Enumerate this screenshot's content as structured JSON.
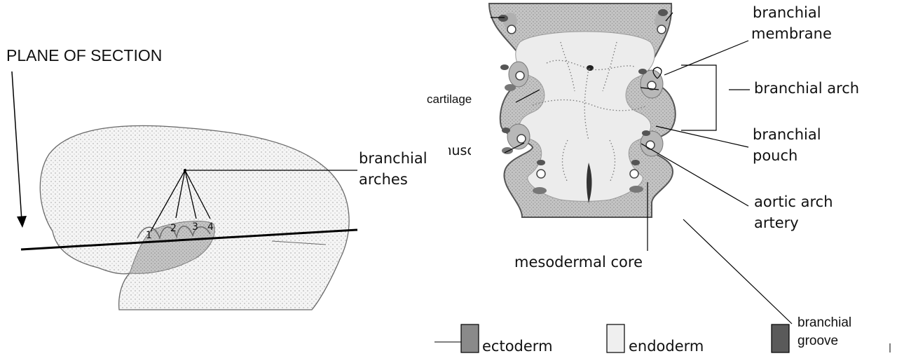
{
  "left_panel": {
    "plane_label": "PLANE OF SECTION",
    "arches_label_line1": "branchial",
    "arches_label_line2": "arches",
    "arch_numbers": [
      "1",
      "2",
      "3",
      "4"
    ]
  },
  "right_panel": {
    "labels": {
      "membrane_line1": "branchial",
      "membrane_line2": "membrane",
      "arch": "branchial arch",
      "cartilage": "cartilage",
      "muscle": "muscle",
      "pouch_line1": "branchial",
      "pouch_line2": "pouch",
      "aortic_line1": "aortic arch",
      "aortic_line2": "artery",
      "core": "mesodermal core"
    }
  },
  "legend": {
    "items": [
      {
        "label": "ectoderm",
        "color": "#8a8a8a"
      },
      {
        "label": "endoderm",
        "color": "#efefef"
      },
      {
        "label_line1": "branchial",
        "label_line2": "groove",
        "color": "#5a5a5a"
      }
    ]
  },
  "colors": {
    "ectoderm": "#8a8a8a",
    "endoderm": "#efefef",
    "groove": "#5a5a5a",
    "mesoderm": "#b5b5b5",
    "embryo": "#f2f2f2"
  }
}
